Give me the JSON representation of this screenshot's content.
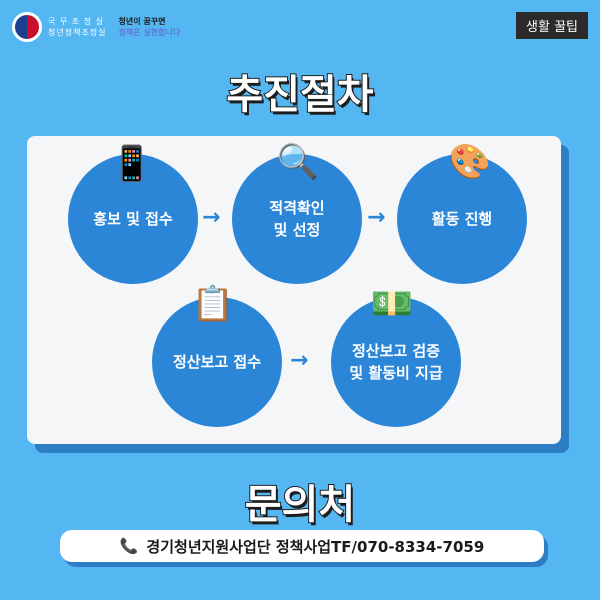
{
  "header": {
    "org_line1": "국 무 조 정 실",
    "org_line2": "청년정책조정실",
    "slogan_line1": "청년이 꿈꾸면",
    "slogan_line2": "정책은 실현합니다",
    "tag": "생활 꿀팁"
  },
  "title": "추진절차",
  "steps": [
    {
      "label": "홍보 및 접수",
      "icon": "smartphone-icon"
    },
    {
      "label": "적격확인\n및 선정",
      "icon": "magnifier-icon"
    },
    {
      "label": "활동 진행",
      "icon": "activity-icon"
    },
    {
      "label": "정산보고 접수",
      "icon": "clipboard-check-icon"
    },
    {
      "label": "정산보고 검증\n및 활동비 지급",
      "icon": "money-hand-icon"
    }
  ],
  "contact_title": "문의처",
  "contact": "경기청년지원사업단 정책사업TF/070-8334-7059"
}
